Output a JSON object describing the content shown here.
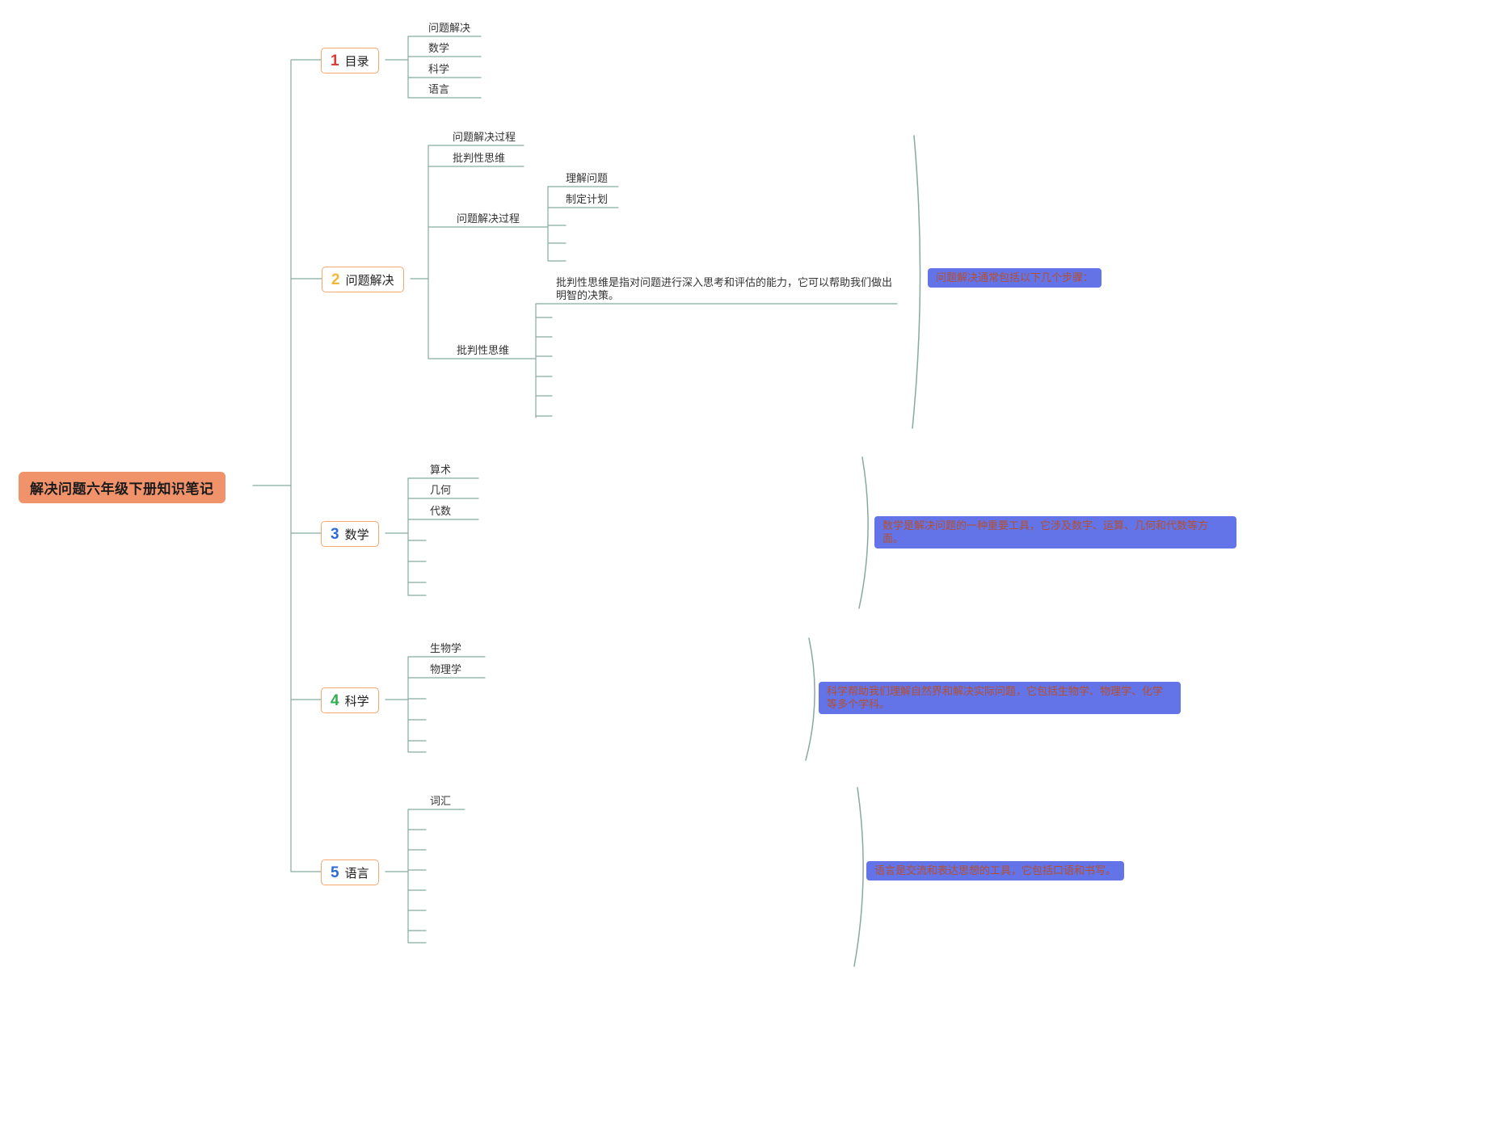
{
  "root": {
    "label": "解决问题六年级下册知识笔记"
  },
  "branches": {
    "toc": {
      "num": "1",
      "label": "目录",
      "children": [
        "问题解决",
        "数学",
        "科学",
        "语言"
      ]
    },
    "problem": {
      "num": "2",
      "label": "问题解决",
      "leaf1": "问题解决过程",
      "leaf2": "批判性思维",
      "process": {
        "label": "问题解决过程",
        "child1": "理解问题",
        "child2": "制定计划"
      },
      "critical": {
        "label": "批判性思维",
        "note": "批判性思维是指对问题进行深入思考和评估的能力，它可以帮助我们做出明智的决策。"
      },
      "summary": "问题解决通常包括以下几个步骤："
    },
    "math": {
      "num": "3",
      "label": "数学",
      "children": [
        "算术",
        "几何",
        "代数"
      ],
      "summary": "数学是解决问题的一种重要工具，它涉及数字、运算、几何和代数等方面。"
    },
    "science": {
      "num": "4",
      "label": "科学",
      "children": [
        "生物学",
        "物理学"
      ],
      "summary": "科学帮助我们理解自然界和解决实际问题，它包括生物学、物理学、化学等多个学科。"
    },
    "language": {
      "num": "5",
      "label": "语言",
      "children": [
        "词汇"
      ],
      "summary": "语言是交流和表达思想的工具，它包括口语和书写。"
    }
  },
  "colors": {
    "root_bg": "#f0926a",
    "branch_border": "#f3a96d",
    "line": "#86aaa2",
    "num_1": "#e03a34",
    "num_2": "#f5b63a",
    "num_3": "#2f6bd8",
    "num_4": "#2fae4e",
    "num_5": "#2f6bd8",
    "callout_bg": "#6373e8",
    "callout_text": "#b5502e"
  }
}
